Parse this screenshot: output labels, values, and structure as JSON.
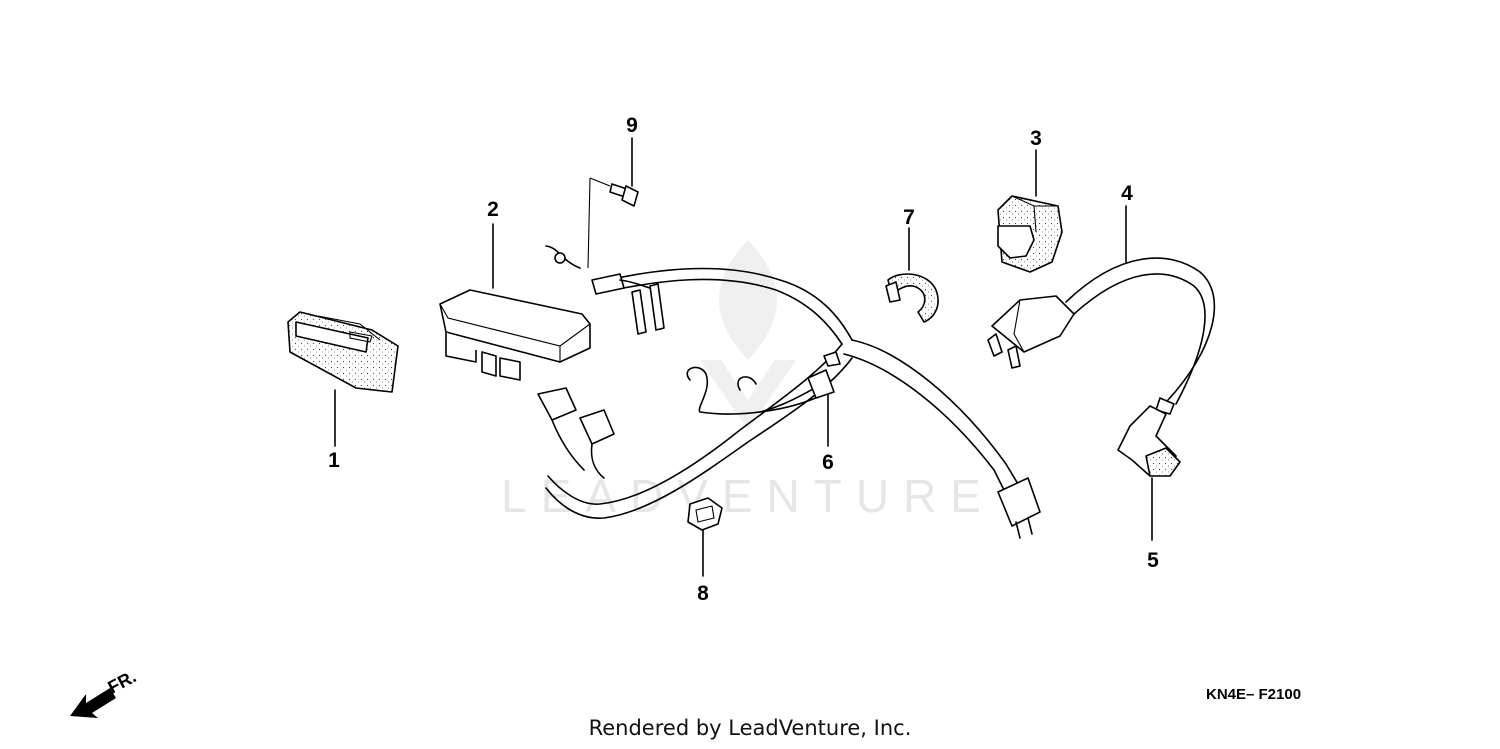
{
  "diagram": {
    "callouts": [
      {
        "id": "1",
        "label": "1"
      },
      {
        "id": "2",
        "label": "2"
      },
      {
        "id": "3",
        "label": "3"
      },
      {
        "id": "4",
        "label": "4"
      },
      {
        "id": "5",
        "label": "5"
      },
      {
        "id": "6",
        "label": "6"
      },
      {
        "id": "7",
        "label": "7"
      },
      {
        "id": "8",
        "label": "8"
      },
      {
        "id": "9",
        "label": "9"
      }
    ],
    "watermark": "LEADVENTURE",
    "direction_label": "FR.",
    "diagram_code": "KN4E– F2100",
    "footer": "Rendered by LeadVenture, Inc."
  }
}
